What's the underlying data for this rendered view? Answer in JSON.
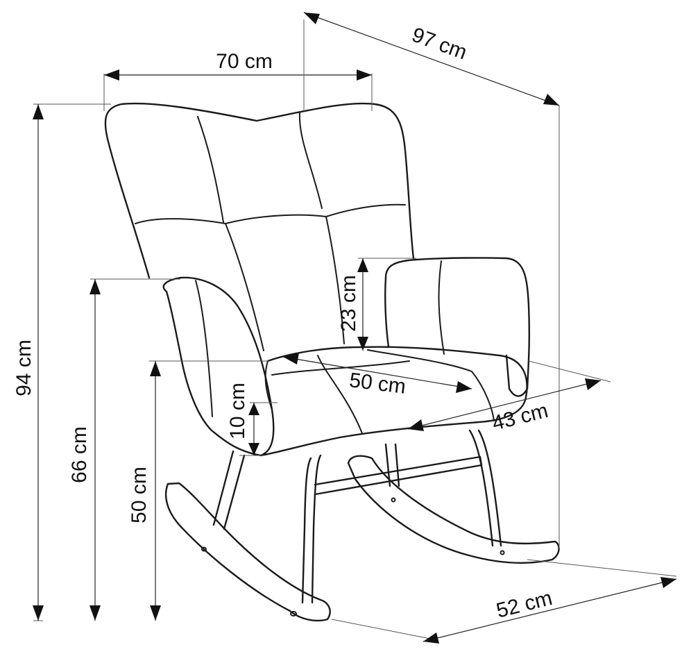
{
  "diagram": {
    "dimensions": {
      "depth": "97 cm",
      "width": "70 cm",
      "height": "94 cm",
      "arm_height": "66 cm",
      "seat_height": "50 cm",
      "armrest_above_seat": "23 cm",
      "seat_depth": "50 cm",
      "seat_width": "43 cm",
      "cushion_thickness": "10 cm",
      "rocker_length": "52 cm"
    }
  }
}
